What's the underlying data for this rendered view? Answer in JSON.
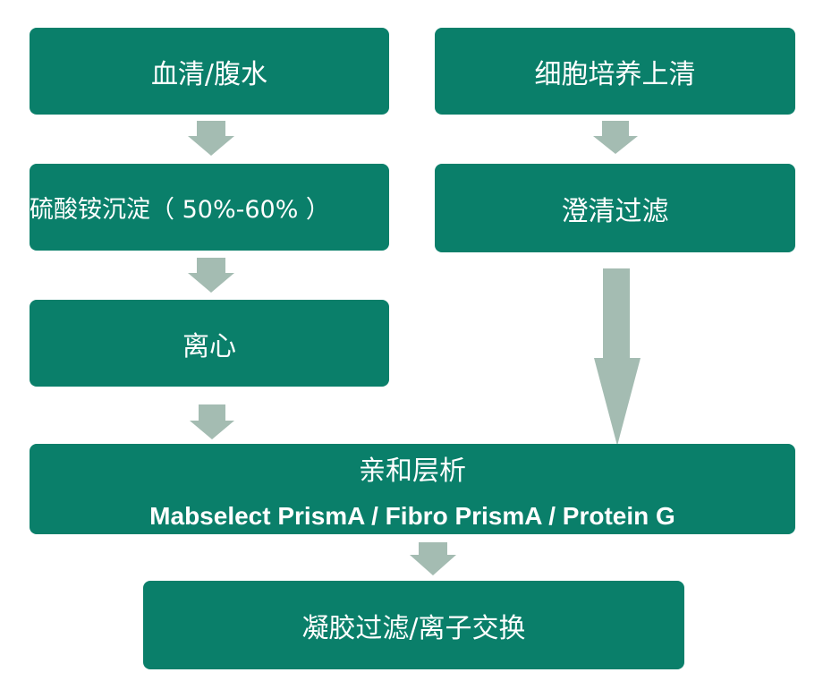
{
  "colors": {
    "box_fill": "#0a7f6a",
    "box_text": "#ffffff",
    "arrow_fill": "#a4bcb2"
  },
  "left_column": {
    "step1": "血清/腹水",
    "step2": "硫酸铵沉淀（ 50%-60% ）",
    "step3": "离心"
  },
  "right_column": {
    "step1": "细胞培养上清",
    "step2": "澄清过滤"
  },
  "affinity": {
    "title": "亲和层析",
    "resins": "Mabselect PrismA / Fibro PrismA / Protein G"
  },
  "final_step": "凝胶过滤/离子交换"
}
